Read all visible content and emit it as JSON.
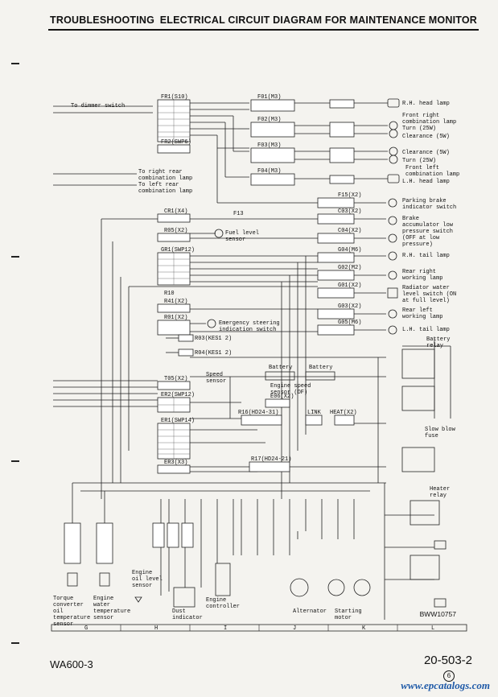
{
  "header": {
    "left": "TROUBLESHOOTING",
    "right": "ELECTRICAL CIRCUIT DIAGRAM FOR MAINTENANCE MONITOR"
  },
  "footer": {
    "model": "WA600-3",
    "page": "20-503-2",
    "edition": "6",
    "watermark": "www.epcatalogs.com"
  },
  "diagram_code": "BWW10757",
  "diagram": {
    "left_terminals": [
      "To dimmer switch",
      "To right rear combination lamp",
      "To left rear combination lamp"
    ],
    "connectors_left": [
      "FR1(S10)",
      "FR2(SWP6)",
      "CR1(X4)",
      "R05(X2)",
      "GR1(SWP12)",
      "R10",
      "R41(X2)",
      "R01(X2)",
      "R03(KES1 2)",
      "R04(KES1 2)",
      "T05(X2)",
      "ER2(SWP12)",
      "ER1(SWP14)",
      "ER3(X3)"
    ],
    "connectors_mid": [
      "F01(M3)",
      "F02(M3)",
      "F03(M3)",
      "F04(M3)",
      "F13",
      "F15(X2)",
      "C03(X2)",
      "C04(X2)",
      "G04(M6)",
      "G02(M2)",
      "G01(X2)",
      "G03(X2)",
      "G05(M6)",
      "E06(X2)",
      "R16(HD24-31)",
      "R17(HD24-21)",
      "LINK",
      "HEAT(X2)"
    ],
    "right_devices": [
      "R.H. head lamp",
      "Front right combination lamp",
      "Turn (25W)",
      "Clearance (5W)",
      "Clearance (5W)",
      "Turn (25W)",
      "Front left combination lamp",
      "L.H. head lamp",
      "Parking brake indicator switch",
      "Brake accumulator low pressure switch (OFF at low pressure)",
      "R.H. tail lamp",
      "Rear right working lamp",
      "Radiator water level switch (ON at full level)",
      "Rear left working lamp",
      "L.H. tail lamp"
    ],
    "relays": [
      "Battery relay",
      "Slow blow fuse",
      "Heater relay"
    ],
    "mid_devices": [
      "Fuel level sensor",
      "Emergency steering indication switch",
      "Speed sensor",
      "Battery",
      "Battery",
      "Engine speed sensor (DF)"
    ],
    "bottom_devices": [
      "Torque converter oil temperature sensor",
      "Engine water temperature sensor",
      "Engine oil level sensor",
      "Dust indicator",
      "Engine controller",
      "Alternator",
      "Starting motor"
    ],
    "grid_labels": [
      "G",
      "H",
      "I",
      "J",
      "K",
      "L"
    ]
  }
}
